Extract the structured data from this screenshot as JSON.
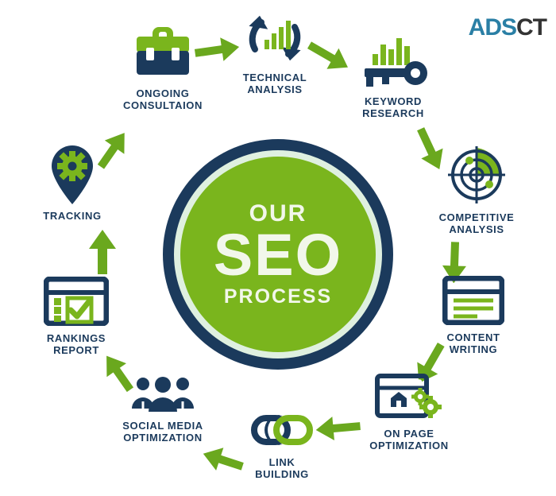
{
  "brand": {
    "logo_part1": "ADS",
    "logo_part2": "CT",
    "logo_color_1": "#2a7fa5",
    "logo_color_2": "#333333"
  },
  "colors": {
    "navy": "#1b3a5c",
    "green": "#7ab51d",
    "arrow_green": "#6aa81e",
    "ring_light": "#dff0e0",
    "white": "#ffffff"
  },
  "center": {
    "line1": "OUR",
    "line2": "SEO",
    "line3": "PROCESS"
  },
  "steps": [
    {
      "id": "ongoing-consultation",
      "label_line1": "ONGOING",
      "label_line2": "CONSULTAION",
      "icon": "briefcase-icon"
    },
    {
      "id": "technical-analysis",
      "label_line1": "TECHNICAL",
      "label_line2": "ANALYSIS",
      "icon": "refresh-barchart-icon"
    },
    {
      "id": "keyword-research",
      "label_line1": "KEYWORD",
      "label_line2": "RESEARCH",
      "icon": "key-barchart-icon"
    },
    {
      "id": "competitive-analysis",
      "label_line1": "COMPETITIVE",
      "label_line2": "ANALYSIS",
      "icon": "radar-icon"
    },
    {
      "id": "content-writing",
      "label_line1": "CONTENT",
      "label_line2": "WRITING",
      "icon": "browser-text-icon"
    },
    {
      "id": "on-page-optimization",
      "label_line1": "ON PAGE",
      "label_line2": "OPTIMIZATION",
      "icon": "browser-home-gears-icon"
    },
    {
      "id": "link-building",
      "label_line1": "LINK",
      "label_line2": "BUILDING",
      "icon": "chain-links-icon"
    },
    {
      "id": "social-media-optimization",
      "label_line1": "SOCIAL MEDIA",
      "label_line2": "OPTIMIZATION",
      "icon": "people-group-icon"
    },
    {
      "id": "rankings-report",
      "label_line1": "RANKINGS",
      "label_line2": "REPORT",
      "icon": "browser-checklist-icon"
    },
    {
      "id": "tracking",
      "label_line1": "TRACKING",
      "label_line2": "",
      "icon": "map-pin-gear-icon"
    }
  ]
}
